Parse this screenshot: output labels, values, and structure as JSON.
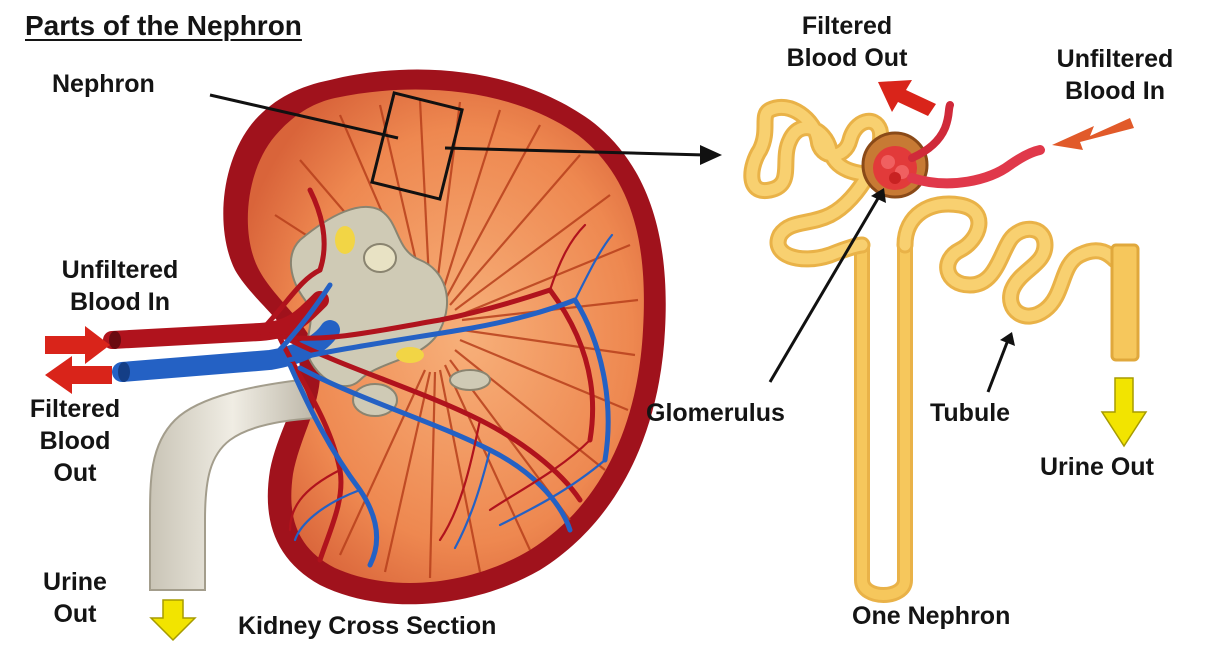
{
  "title": "Parts of the Nephron",
  "kidney": {
    "nephron_label": "Nephron",
    "unfiltered_in": [
      "Unfiltered",
      "Blood In"
    ],
    "filtered_out": [
      "Filtered",
      "Blood",
      "Out"
    ],
    "urine_out": [
      "Urine",
      "Out"
    ],
    "caption": "Kidney Cross Section"
  },
  "nephron": {
    "filtered_out": [
      "Filtered",
      "Blood Out"
    ],
    "unfiltered_in": [
      "Unfiltered",
      "Blood In"
    ],
    "glomerulus": "Glomerulus",
    "tubule": "Tubule",
    "urine_out": "Urine Out",
    "caption": "One Nephron"
  },
  "colors": {
    "capsule": "#a0121c",
    "cortex": "#e8794a",
    "medulla_rays": "#b8401c",
    "artery": "#b0131d",
    "vein": "#2461c4",
    "ureter": "#dcd8cc",
    "tubule": "#f6c75c",
    "arrow_red": "#d9241a",
    "arrow_yellow": "#f2e400"
  }
}
